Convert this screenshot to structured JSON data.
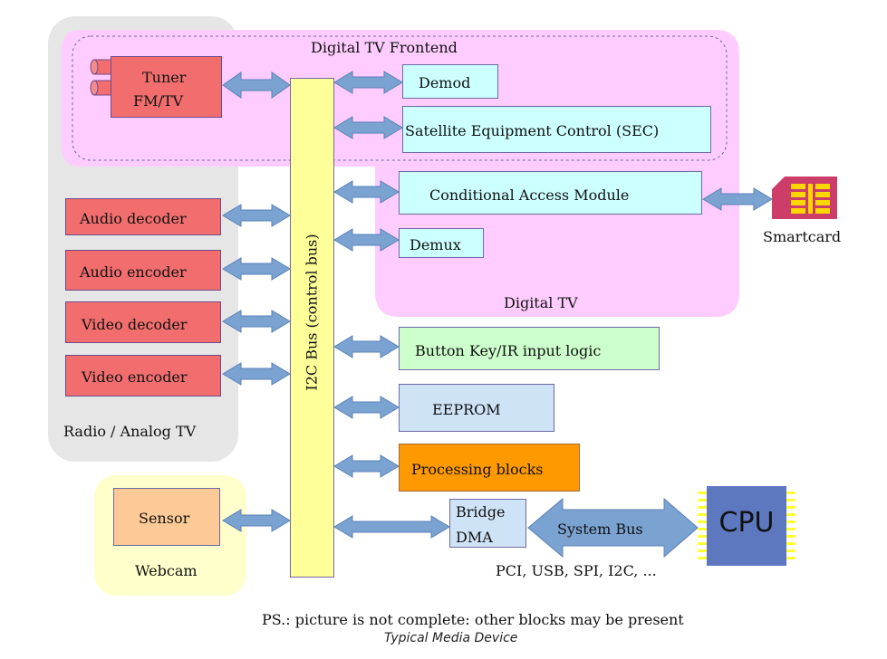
{
  "regions": {
    "frontend": "Digital TV Frontend",
    "digital_tv": "Digital TV",
    "radio": "Radio / Analog TV",
    "webcam": "Webcam"
  },
  "blocks": {
    "tuner": "Tuner",
    "tuner_sub": "FM/TV",
    "demod": "Demod",
    "sec": "Satellite Equipment Control (SEC)",
    "cam": "Conditional Access Module",
    "demux": "Demux",
    "audio_decoder": "Audio decoder",
    "audio_encoder": "Audio encoder",
    "video_decoder": "Video decoder",
    "video_encoder": "Video encoder",
    "button": "Button Key/IR input logic",
    "eeprom": "EEPROM",
    "processing": "Processing blocks",
    "sensor": "Sensor",
    "bridge": "Bridge",
    "dma": "DMA",
    "i2c_bus": "I2C Bus (control bus)",
    "system_bus": "System Bus",
    "cpu": "CPU",
    "smartcard": "Smartcard",
    "buses": "PCI, USB, SPI, I2C, ..."
  },
  "notes": {
    "ps": "PS.: picture is not complete: other blocks may be present",
    "caption": "Typical Media Device"
  },
  "colors": {
    "gray_region": "#e6e6e6",
    "pink_region": "#ffccff",
    "webcam_region": "#ffffcc",
    "arrow": "#7aa3d2",
    "cpu": "#5e78c0",
    "smartcard": "#cc3d6a"
  }
}
